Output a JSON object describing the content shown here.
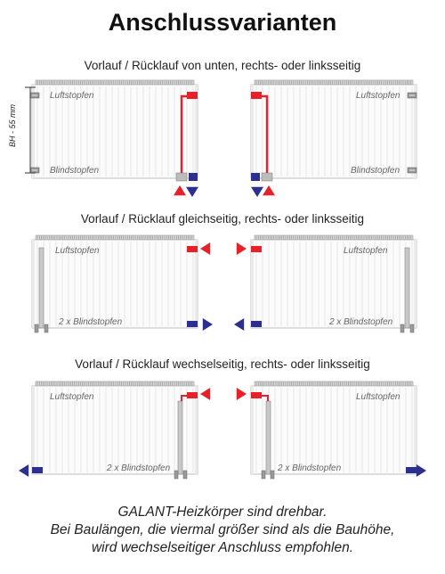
{
  "title": "Anschlussvarianten",
  "sections": [
    {
      "heading": "Vorlauf / Rücklauf von unten, rechts- oder linksseitig",
      "left": {
        "top_label": "Luftstopfen",
        "bottom_label": "Blindstopfen"
      },
      "right": {
        "top_label": "Luftstopfen",
        "bottom_label": "Blindstopfen"
      },
      "dimension_label": "BH - 55 mm"
    },
    {
      "heading": "Vorlauf / Rücklauf gleichseitig, rechts- oder linksseitig",
      "left": {
        "top_label": "Luftstopfen",
        "bottom_label": "2 x Blindstopfen"
      },
      "right": {
        "top_label": "Luftstopfen",
        "bottom_label": "2 x Blindstopfen"
      }
    },
    {
      "heading": "Vorlauf / Rücklauf wechselseitig, rechts- oder linksseitig",
      "left": {
        "top_label": "Luftstopfen",
        "bottom_label": "2 x Blindstopfen"
      },
      "right": {
        "top_label": "Luftstopfen",
        "bottom_label": "2 x Blindstopfen"
      }
    }
  ],
  "footer": {
    "line1": "GALANT-Heizkörper sind drehbar.",
    "line2": "Bei Baulängen, die viermal größer sind als die Bauhöhe,",
    "line3": "wird wechselseitiger Anschluss empfohlen."
  },
  "colors": {
    "supply": "#e8202a",
    "return": "#2b2f8f",
    "pipe": "#9a9a9a"
  }
}
